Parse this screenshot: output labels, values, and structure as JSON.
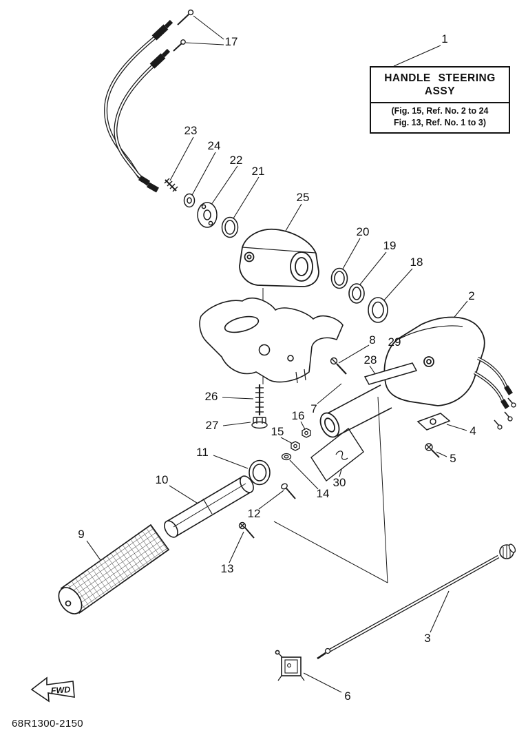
{
  "drawing": {
    "number": "68R1300-2150",
    "orientation_label": "FWD"
  },
  "callout_box": {
    "title_line1": "HANDLE STEERING",
    "title_line2": "ASSY",
    "ref_line1": "(Fig. 15, Ref. No. 2 to 24",
    "ref_line2": "Fig. 13, Ref. No. 1 to 3)"
  },
  "part_labels": [
    {
      "num": "1"
    },
    {
      "num": "17"
    },
    {
      "num": "23"
    },
    {
      "num": "24"
    },
    {
      "num": "22"
    },
    {
      "num": "21"
    },
    {
      "num": "25"
    },
    {
      "num": "20"
    },
    {
      "num": "19"
    },
    {
      "num": "18"
    },
    {
      "num": "2"
    },
    {
      "num": "8"
    },
    {
      "num": "29"
    },
    {
      "num": "28"
    },
    {
      "num": "7"
    },
    {
      "num": "26"
    },
    {
      "num": "16"
    },
    {
      "num": "15"
    },
    {
      "num": "27"
    },
    {
      "num": "11"
    },
    {
      "num": "10"
    },
    {
      "num": "14"
    },
    {
      "num": "30"
    },
    {
      "num": "12"
    },
    {
      "num": "9"
    },
    {
      "num": "13"
    },
    {
      "num": "4"
    },
    {
      "num": "5"
    },
    {
      "num": "3"
    },
    {
      "num": "6"
    }
  ]
}
